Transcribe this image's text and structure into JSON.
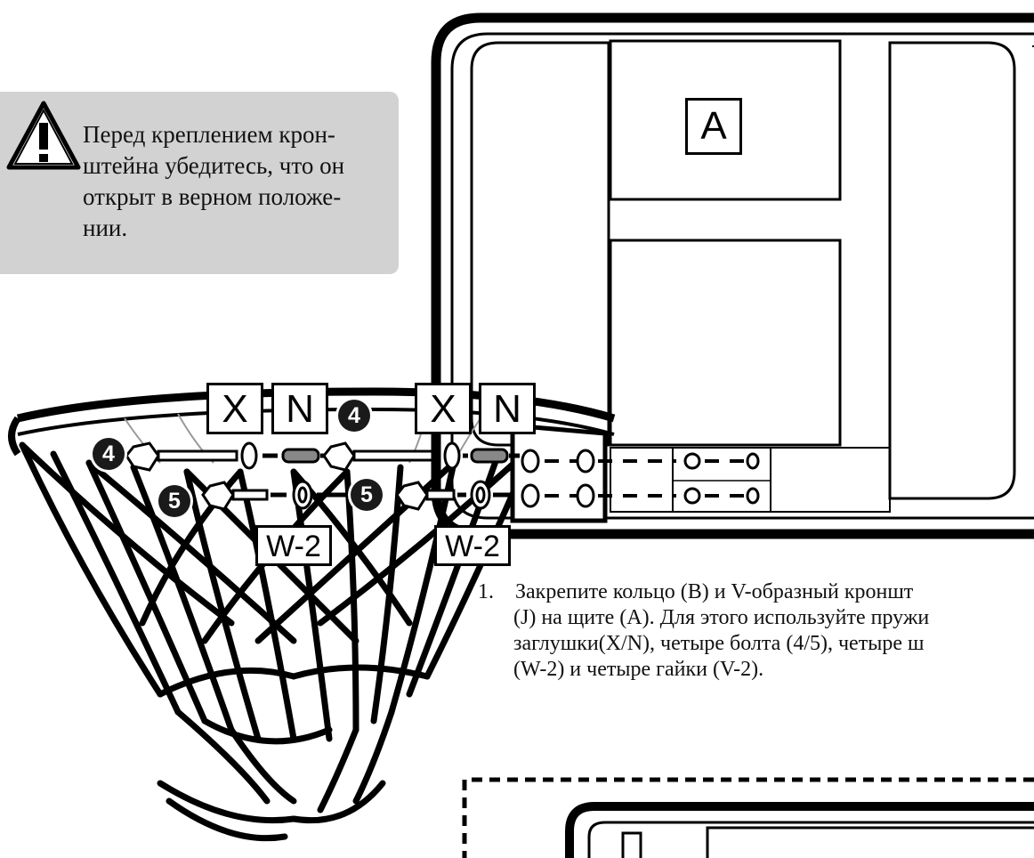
{
  "warning": {
    "icon": "warning-triangle-icon",
    "lines": [
      "Перед креплением крон-",
      "штейна убедитесь, что он",
      "открыт в верном положе-",
      "нии."
    ],
    "background": "#d2d2d2"
  },
  "labels": {
    "backboard": "A",
    "x_left": "X",
    "n_left": "N",
    "x_right": "X",
    "n_right": "N",
    "w2_left": "W-2",
    "w2_right": "W-2"
  },
  "callouts": {
    "bolt4_top": "4",
    "bolt4_left": "4",
    "bolt5_left": "5",
    "bolt5_mid": "5"
  },
  "step": {
    "number": "1.",
    "lines": [
      "Закрепите кольцо (B) и V-образный кроншт",
      "(J) на щите (A). Для этого используйте пружи",
      "заглушки(X/N), четыре болта (4/5), четыре ш",
      "(W-2) и четыре гайки (V-2)."
    ]
  }
}
